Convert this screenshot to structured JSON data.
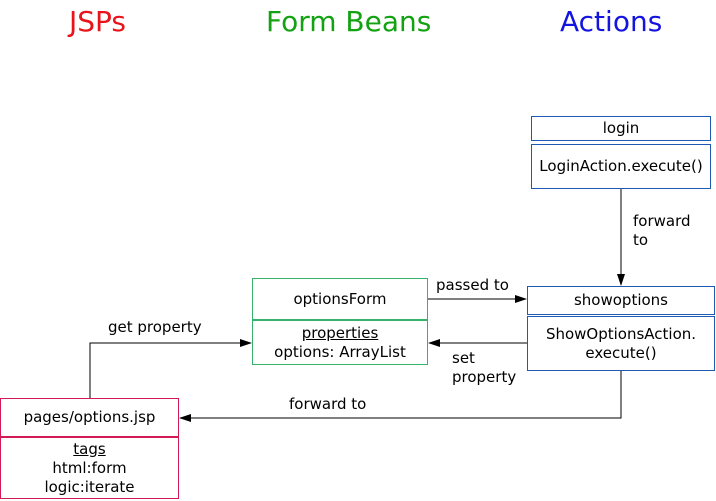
{
  "headings": {
    "jsps": "JSPs",
    "form_beans": "Form Beans",
    "actions": "Actions"
  },
  "colors": {
    "jsps": "#e8141c",
    "form_beans": "#12a212",
    "actions": "#1414e0",
    "jsp_border": "#d21b55",
    "bean_border": "#35b36a",
    "action_border": "#1e5ab4"
  },
  "boxes": {
    "login": {
      "title": "login",
      "body": "LoginAction.execute()"
    },
    "showoptions": {
      "title": "showoptions",
      "body_line1": "ShowOptionsAction.",
      "body_line2": "execute()"
    },
    "options_form": {
      "title": "optionsForm",
      "section": "properties",
      "body": "options: ArrayList"
    },
    "options_jsp": {
      "title": "pages/options.jsp",
      "section": "tags",
      "line1": "html:form",
      "line2": "logic:iterate"
    }
  },
  "arrows": {
    "forward_to_showoptions_line1": "forward",
    "forward_to_showoptions_line2": "to",
    "passed_to": "passed to",
    "set_property_line1": "set",
    "set_property_line2": "property",
    "get_property": "get property",
    "forward_to_jsp": "forward to"
  }
}
